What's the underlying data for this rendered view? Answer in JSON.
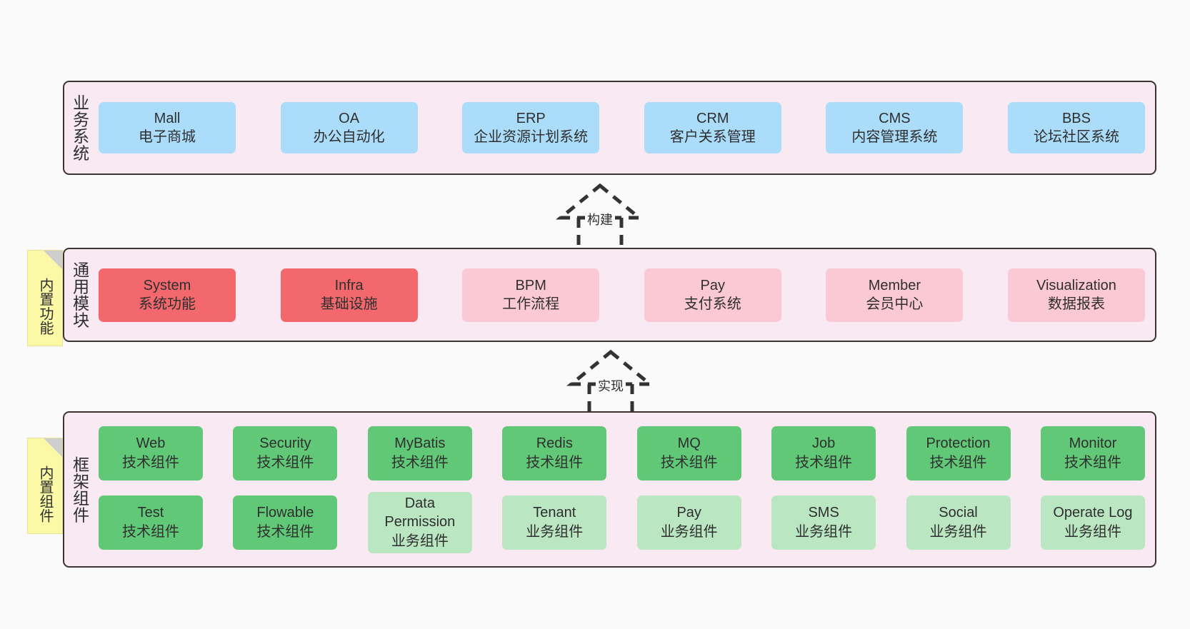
{
  "diagram": {
    "title_alt": "",
    "colors": {
      "canvas_bg": "#FAFAFA",
      "layer_bg": "#F8E9F3",
      "layer_border": "#3D3333",
      "blue": "#ABDDFB",
      "red": "#F2686D",
      "pink": "#FBC9D3",
      "green": "#61C878",
      "light_green": "#BAE6C2",
      "note_yellow": "#FBF8A6",
      "note_fold": "#CECECE"
    }
  },
  "layers": [
    {
      "id": "business",
      "title": "业务系统",
      "nodes": [
        {
          "en": "Mall",
          "cn": "电子商城",
          "color": "blue"
        },
        {
          "en": "OA",
          "cn": "办公自动化",
          "color": "blue"
        },
        {
          "en": "ERP",
          "cn": "企业资源计划系统",
          "color": "blue"
        },
        {
          "en": "CRM",
          "cn": "客户关系管理",
          "color": "blue"
        },
        {
          "en": "CMS",
          "cn": "内容管理系统",
          "color": "blue"
        },
        {
          "en": "BBS",
          "cn": "论坛社区系统",
          "color": "blue"
        }
      ]
    },
    {
      "id": "common",
      "title": "通用模块",
      "note": "内置功能",
      "nodes": [
        {
          "en": "System",
          "cn": "系统功能",
          "color": "red"
        },
        {
          "en": "Infra",
          "cn": "基础设施",
          "color": "red"
        },
        {
          "en": "BPM",
          "cn": "工作流程",
          "color": "pink"
        },
        {
          "en": "Pay",
          "cn": "支付系统",
          "color": "pink"
        },
        {
          "en": "Member",
          "cn": "会员中心",
          "color": "pink"
        },
        {
          "en": "Visualization",
          "cn": "数据报表",
          "color": "pink"
        }
      ]
    },
    {
      "id": "framework",
      "title": "框架组件",
      "note": "内置组件",
      "rows": [
        [
          {
            "en": "Web",
            "cn": "技术组件",
            "color": "green"
          },
          {
            "en": "Security",
            "cn": "技术组件",
            "color": "green"
          },
          {
            "en": "MyBatis",
            "cn": "技术组件",
            "color": "green"
          },
          {
            "en": "Redis",
            "cn": "技术组件",
            "color": "green"
          },
          {
            "en": "MQ",
            "cn": "技术组件",
            "color": "green"
          },
          {
            "en": "Job",
            "cn": "技术组件",
            "color": "green"
          },
          {
            "en": "Protection",
            "cn": "技术组件",
            "color": "green"
          },
          {
            "en": "Monitor",
            "cn": "技术组件",
            "color": "green"
          }
        ],
        [
          {
            "en": "Test",
            "cn": "技术组件",
            "color": "green"
          },
          {
            "en": "Flowable",
            "cn": "技术组件",
            "color": "green"
          },
          {
            "en": "Data Permission",
            "cn": "业务组件",
            "color": "lgreen",
            "wrap": true
          },
          {
            "en": "Tenant",
            "cn": "业务组件",
            "color": "lgreen"
          },
          {
            "en": "Pay",
            "cn": "业务组件",
            "color": "lgreen"
          },
          {
            "en": "SMS",
            "cn": "业务组件",
            "color": "lgreen"
          },
          {
            "en": "Social",
            "cn": "业务组件",
            "color": "lgreen"
          },
          {
            "en": "Operate Log",
            "cn": "业务组件",
            "color": "lgreen"
          }
        ]
      ]
    }
  ],
  "connectors": [
    {
      "id": "build",
      "label": "构建",
      "style": "dashed-generalization",
      "from": "common",
      "to": "business"
    },
    {
      "id": "impl",
      "label": "实现",
      "style": "dashed-generalization",
      "from": "framework",
      "to": "common"
    }
  ]
}
